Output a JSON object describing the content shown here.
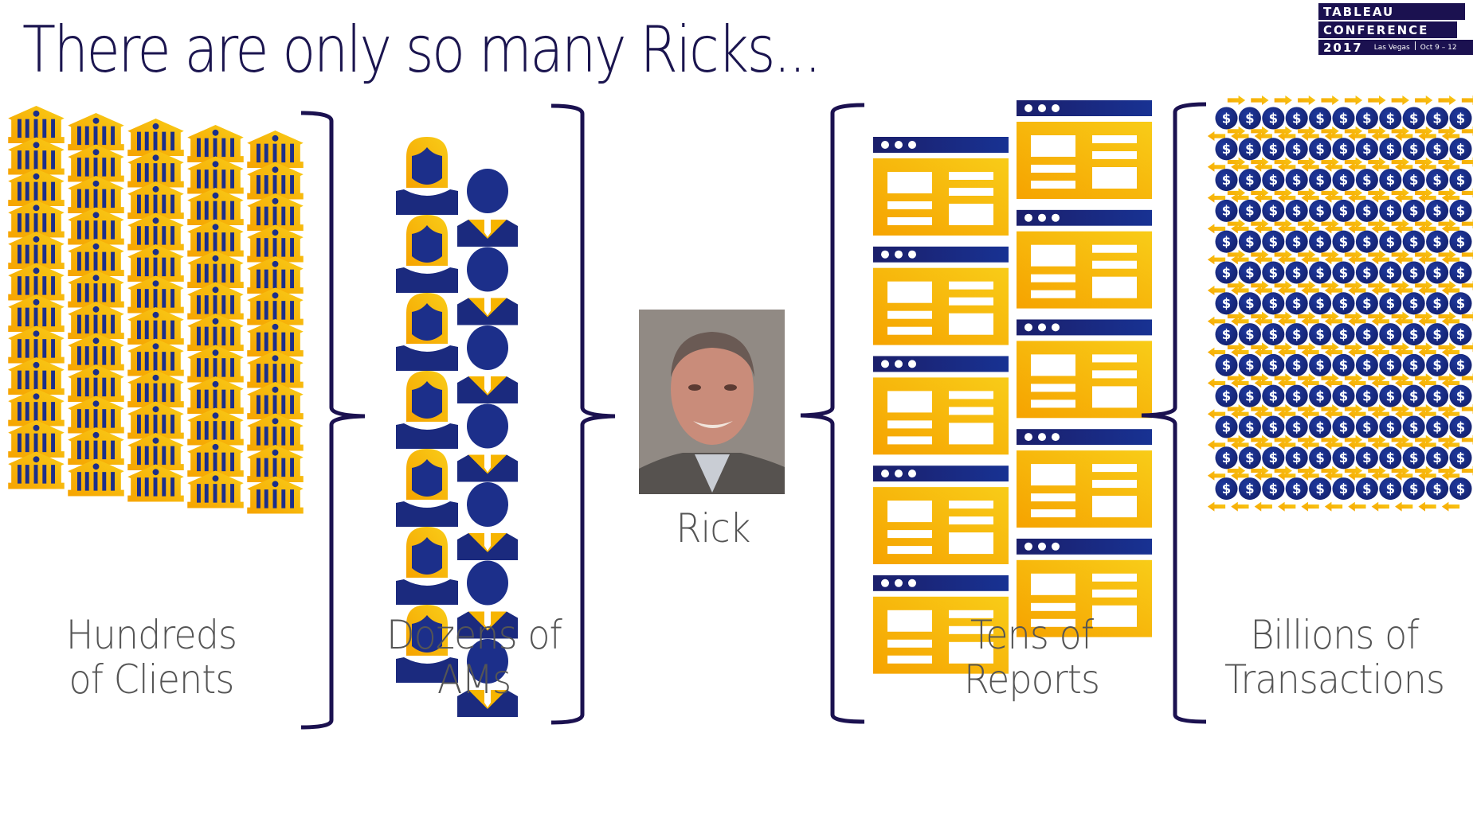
{
  "slide": {
    "title": "There are only so many Ricks...",
    "logo": {
      "line1": "TABLEAU",
      "line2": "CONFERENCE",
      "year": "2017",
      "location": "Las Vegas",
      "dates": "Oct 9 – 12"
    },
    "groups": [
      {
        "id": "clients",
        "caption_line1": "Hundreds",
        "caption_line2": "of Clients",
        "icon": "bank-icon",
        "columns": 5,
        "per_column": 12
      },
      {
        "id": "ams",
        "caption_line1": "Dozens of",
        "caption_line2": "AMs",
        "icon": "person-icon",
        "women": 7,
        "men": 7
      },
      {
        "id": "rick",
        "caption": "Rick",
        "icon": "photo"
      },
      {
        "id": "reports",
        "caption_line1": "Tens of",
        "caption_line2": "Reports",
        "icon": "report-window-icon",
        "columns": 2,
        "per_column": 5
      },
      {
        "id": "transactions",
        "caption_line1": "Billions of",
        "caption_line2": "Transactions",
        "icon": "dollar-coin-icon",
        "rows": 13,
        "per_row": 11,
        "coin_symbol": "$"
      }
    ],
    "colors": {
      "navy": "#1b1150",
      "blue": "#1c2f8a",
      "gold": "#f7b500",
      "gold_light": "#f9c91a",
      "caption": "#555555"
    }
  }
}
